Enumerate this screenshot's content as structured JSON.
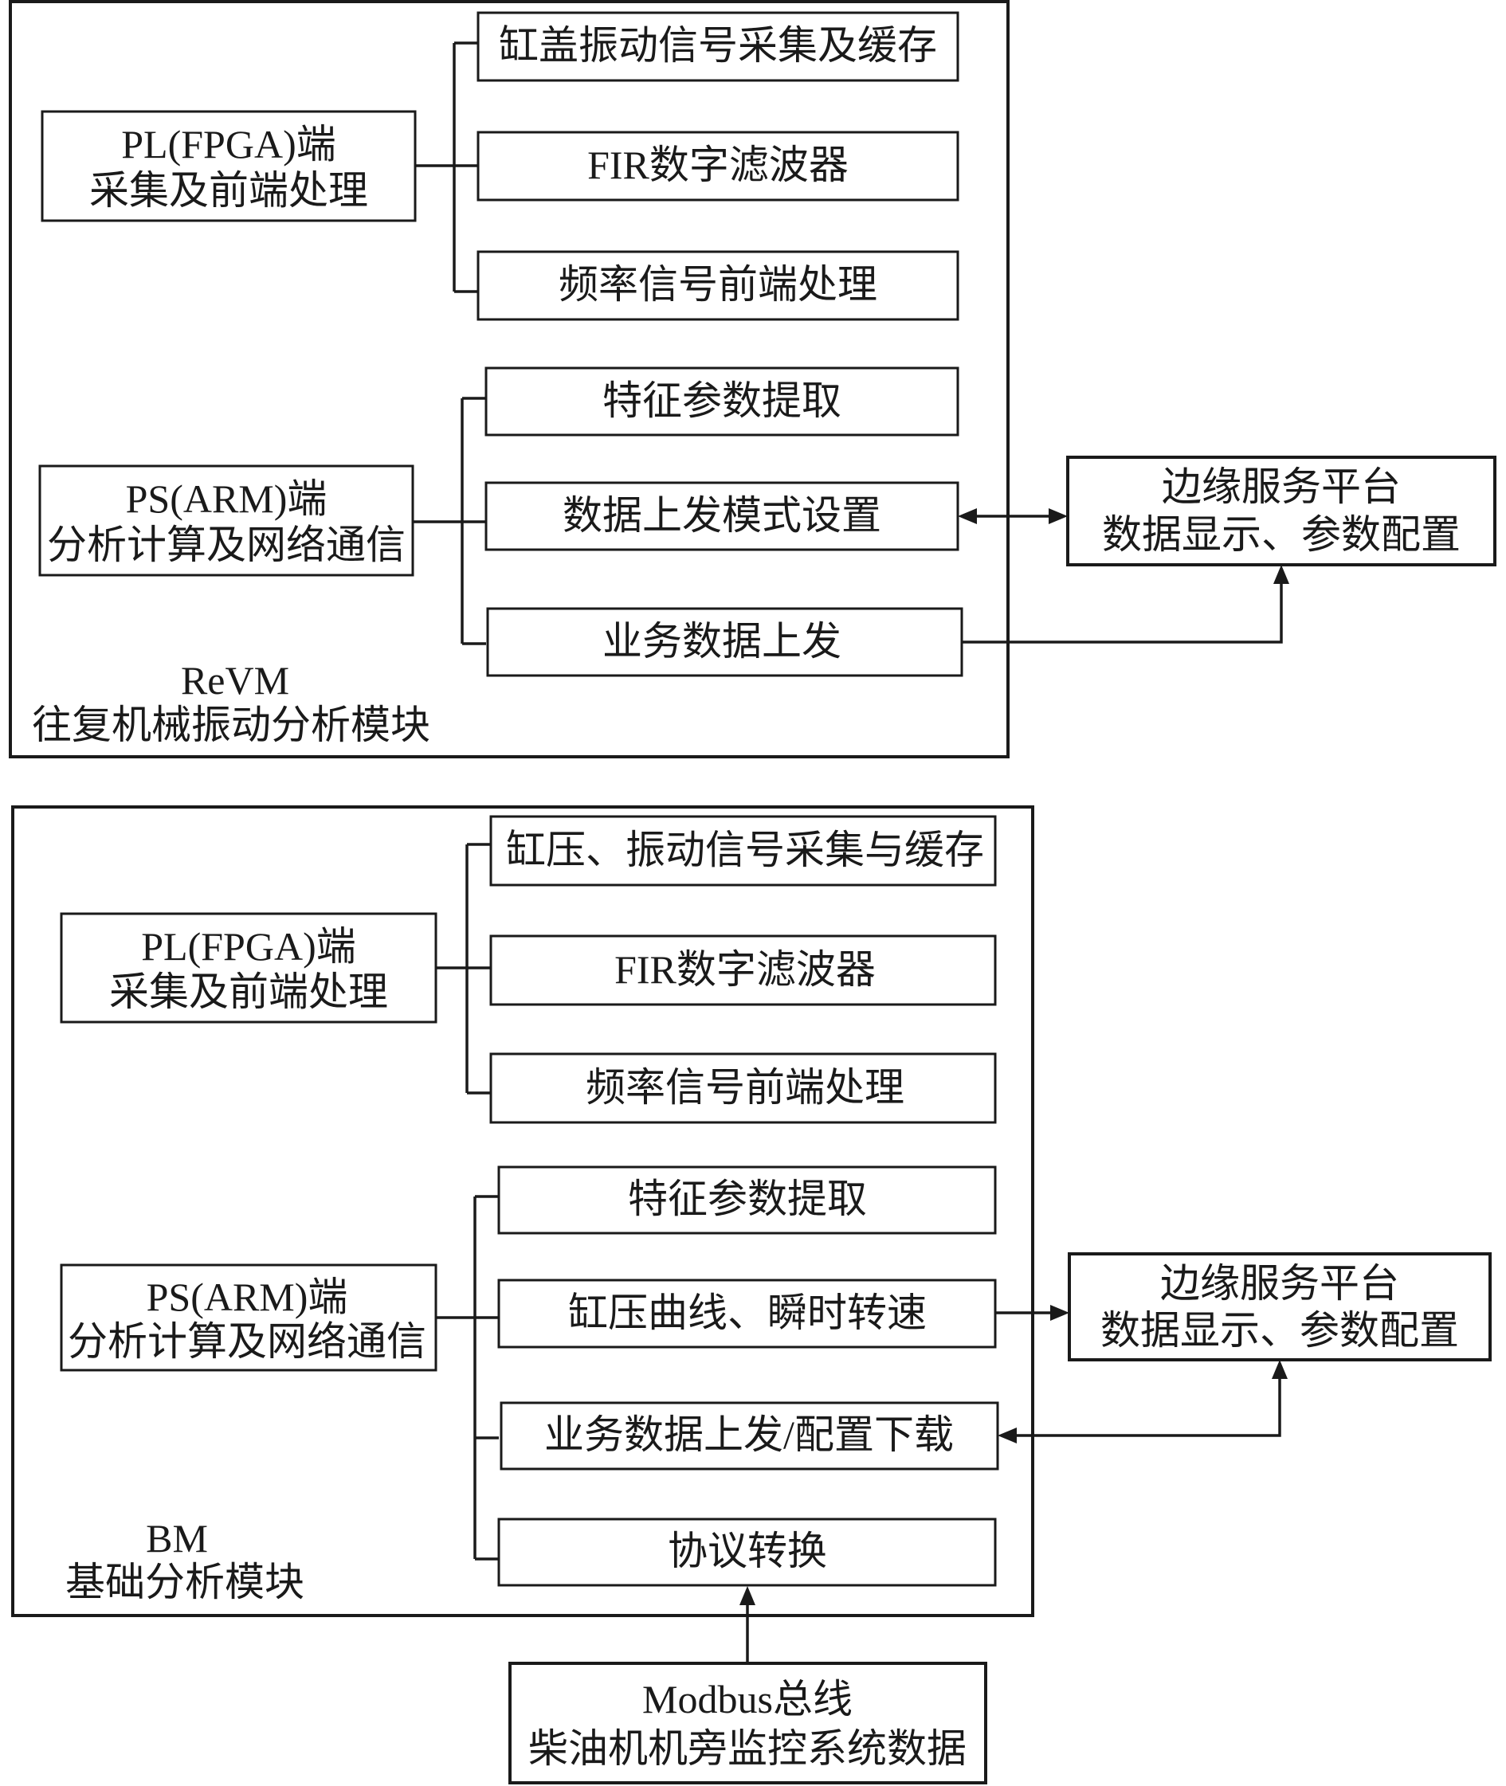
{
  "revm": {
    "label_line1": "ReVM",
    "label_line2": "往复机械振动分析模块",
    "pl": {
      "line1": "PL(FPGA)端",
      "line2": "采集及前端处理"
    },
    "pl_items": [
      "缸盖振动信号采集及缓存",
      "FIR数字滤波器",
      "频率信号前端处理"
    ],
    "ps": {
      "line1": "PS(ARM)端",
      "line2": "分析计算及网络通信"
    },
    "ps_items": [
      "特征参数提取",
      "数据上发模式设置",
      "业务数据上发"
    ],
    "edge": {
      "line1": "边缘服务平台",
      "line2": "数据显示、参数配置"
    }
  },
  "bm": {
    "label_line1": "BM",
    "label_line2": "基础分析模块",
    "pl": {
      "line1": "PL(FPGA)端",
      "line2": "采集及前端处理"
    },
    "pl_items": [
      "缸压、振动信号采集与缓存",
      "FIR数字滤波器",
      "频率信号前端处理"
    ],
    "ps": {
      "line1": "PS(ARM)端",
      "line2": "分析计算及网络通信"
    },
    "ps_items": [
      "特征参数提取",
      "缸压曲线、瞬时转速",
      "业务数据上发/配置下载",
      "协议转换"
    ],
    "edge": {
      "line1": "边缘服务平台",
      "line2": "数据显示、参数配置"
    }
  },
  "modbus": {
    "line1": "Modbus总线",
    "line2": "柴油机机旁监控系统数据"
  }
}
